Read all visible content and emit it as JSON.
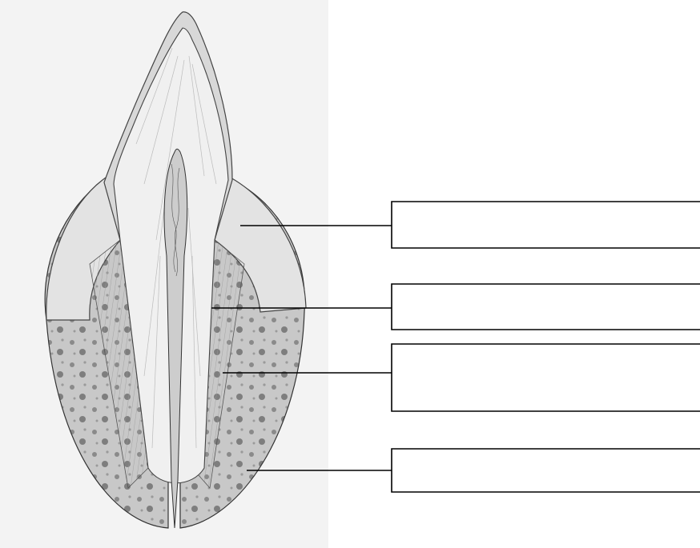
{
  "figure": {
    "illustration": "tooth-section-illustration",
    "labels": [
      {
        "id": "label-1",
        "text": ""
      },
      {
        "id": "label-2",
        "text": ""
      },
      {
        "id": "label-3",
        "text": ""
      },
      {
        "id": "label-4",
        "text": ""
      }
    ]
  },
  "colors": {
    "line": "#000000",
    "bone_fill": "#c9c9c9",
    "gum_fill": "#dcdcdc",
    "tooth_fill": "#eeeeee",
    "pulp_fill": "#d6d6d6",
    "background_scan": "#f2f2f2"
  }
}
